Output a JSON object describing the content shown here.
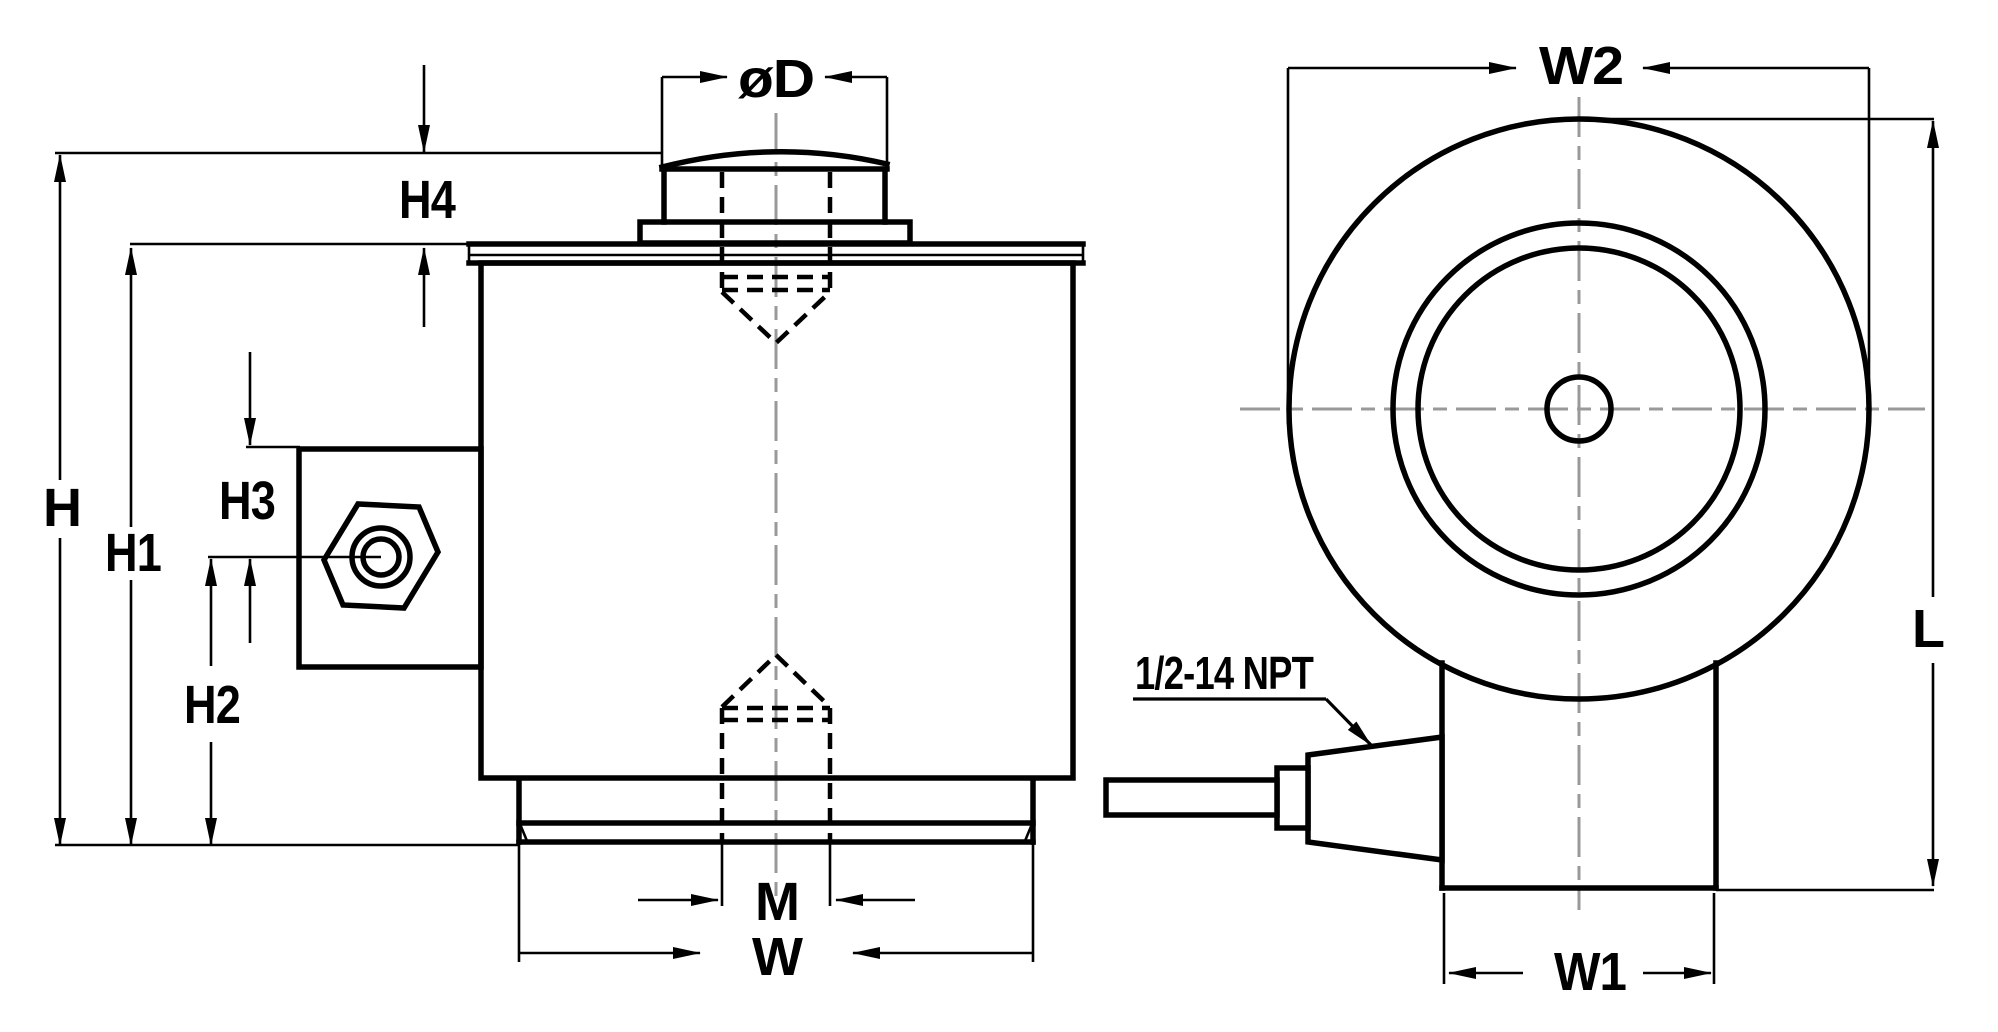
{
  "colors": {
    "ink": "#000000",
    "centerline": "#999999",
    "background": "#ffffff"
  },
  "side_view": {
    "labels": {
      "h": "H",
      "h1": "H1",
      "h2": "H2",
      "h3": "H3",
      "h4": "H4",
      "diameter": "øD",
      "m": "M",
      "w": "W"
    }
  },
  "end_view": {
    "labels": {
      "w2": "W2",
      "w1": "W1",
      "l": "L"
    },
    "conduit_thread": "1/2-14 NPT"
  }
}
